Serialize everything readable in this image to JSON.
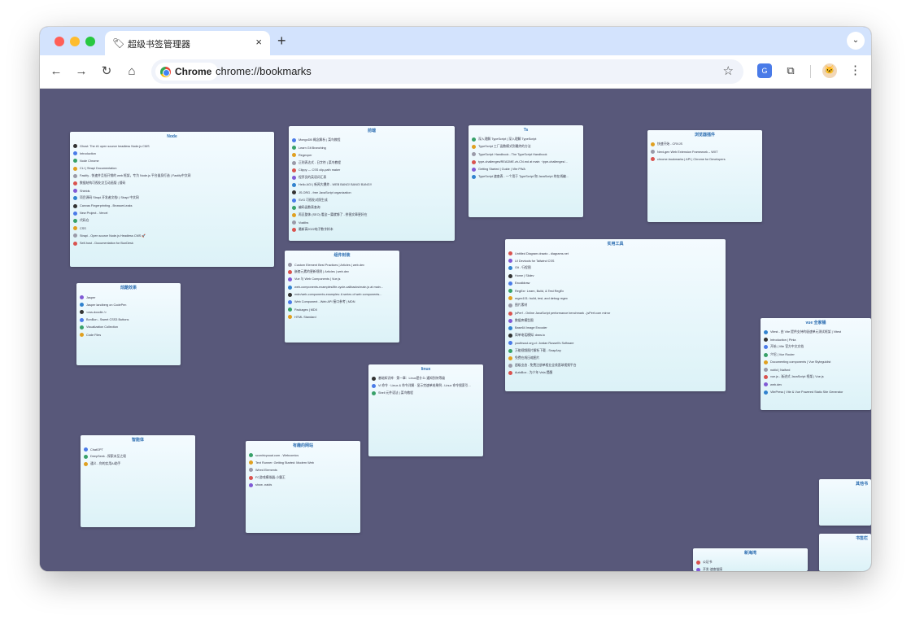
{
  "tab": {
    "title": "超级书签管理器",
    "icon": "bookmark-tag-icon",
    "close_glyph": "×",
    "new_tab_glyph": "+"
  },
  "toolbar": {
    "back_glyph": "←",
    "forward_glyph": "→",
    "reload_glyph": "↻",
    "home_glyph": "⌂",
    "chip_label": "Chrome",
    "url": "chrome://bookmarks",
    "star_glyph": "☆",
    "translate_glyph": "G",
    "extensions_glyph": "⧉",
    "menu_glyph": "⋮"
  },
  "colors": {
    "background": "#58587a",
    "card_title": "#2b6cb0",
    "tabbar": "#d3e3fd"
  },
  "favicon_colors": [
    "#333333",
    "#4a7be8",
    "#38a169",
    "#e0a020",
    "#9a9aa8",
    "#d9534f",
    "#805ad5",
    "#3182ce"
  ],
  "folders": [
    {
      "title": "Node",
      "items": [
        "Ghost: The #1 open source headless Node.js CMS",
        "Introduction",
        "Node Chrome",
        "CLI | Strapi Documentation",
        "Fastify - 快速并且低开销的 web 框架，专为 Node.js 平台量身打造 | Fastify中文网",
        "数据结构可视化交互动画版 | 搜码",
        "Shields",
        "项目源码 Strapi 开发者文档! | Strapi 中文网",
        "Canvas Fingerprinting - BrowserLeaks",
        "New Project - Vercel",
        "代码仓",
        "CSS",
        "Strapi - Open source Node.js Headless CMS 🚀",
        "Self-host - Documentation for BunDesk"
      ]
    },
    {
      "title": "前端",
      "items": [
        "MongoDB 概念解析 | 菜鸟教程",
        "Learn Git Branching",
        "Regexper",
        "正则表达式 - 日字符 | 菜鸟教程",
        "Clippy — CSS clip-path maker",
        "程序员的英语词汇表",
        "Hello AGI | 新闻大爆炸 - WEB BANG! BANG! BANG!!",
        "JS.ORG - free JavaScript organization",
        "SVG 可视化对照生成",
        "编码函数表查询",
        "再见整体 (SEO) 看这一篇就够了 - 拼图文章更好在",
        "Voalibs",
        "最新高2022电子数字样本"
      ]
    },
    {
      "title": "Ts",
      "items": [
        "深入理解 TypeScript | 深入理解 TypeScript",
        "TypeScript 工厂函数模式到最终的方法",
        "TypeScript: Handbook - The TypeScript Handbook",
        "type-challenges/README.zh-CN.md at main · type-challenges/...",
        "Getting Started | Guide | Vite PWA",
        "TypeScript 速查表 - 一个用于 TypeScript 和 JavaScript 的在线编..."
      ]
    },
    {
      "title": "浏览器插件",
      "items": [
        "快速开始 - CRXJS",
        "Next-gen Web Extension Framework – WXT",
        "chrome.bookmarks | API | Chrome for Developers"
      ]
    },
    {
      "title": "组件封装",
      "items": [
        "Custom Element Best Practices | Articles | web.dev",
        "嵌套元素的更新规则 | Articles | web.dev",
        "Vue 与 Web Components | Vue.js",
        "web-components-examples/life-cycle-callbacks/main.js at main...",
        "mdn/web-components-examples: A series of web components...",
        "Web Component - Web API 接口参考 | MDN",
        "Packages | MDX",
        "HTML Standard"
      ]
    },
    {
      "title": "实用工具",
      "items": [
        "Untitled Diagram.drawio - diagrams.net",
        "UI Devtools for Tailwind CSS",
        "Git - 行程图",
        "Home | Slidev",
        "Excalidraw",
        "RegExr: Learn, Build, & Test RegEx",
        "regex101: build, test, and debug regex",
        "图片素材",
        "jsPerf - Online JavaScript performance benchmark - jsPerf.com mirror",
        "数据库模型图",
        "Base64 Image Encoder",
        "简单电话模拟: draw.io",
        "youthsoul.org.cl: Jordan Russell's Software",
        "万能视频图片解析下载 - SnapAny",
        "免费在线压缩图片",
        "超级业态 - 免费注册单相业全线直球视频平台",
        "AutoBox - 为少年 Vela 提醒"
      ]
    },
    {
      "title": "炫酷效果",
      "items": [
        "Jasper",
        "Jasper landberg on CodePen",
        "<css-doodle />",
        "BonBon - Sweet CSS3 Buttons",
        "Visualization Collection",
        "Code Files"
      ]
    },
    {
      "title": "vue 全家桶",
      "items": [
        "Vitest - 由 Vite 提供支持的极速单元测试框架 | Vitest",
        "Introduction | Pinia",
        "开始 | Vite 官方中文文档",
        "介绍 | Vue Router",
        "Documenting components | Vue Styleguidist",
        "nutiid | Naiford",
        "vue.js - 渐进式 JavaScript 框架 | Vue.js",
        "web.dev",
        "VitePress | Vite & Vue Powered Static Site Generator"
      ]
    },
    {
      "title": "linux",
      "items": [
        "基础知识库 · 第一章：Linux是什么·通知到何等级",
        "Vi 命令 · Linux & 命令详解 · 显示完速单结果例 - Linux 命令搜索引...",
        "Shell 元件语法 | 菜鸟教程"
      ]
    },
    {
      "title": "智能体",
      "items": [
        "ChatGPT",
        "DeepSeek - 探索未至之境",
        "通义 - 你的实用AI助手"
      ]
    },
    {
      "title": "有趣的网站",
      "items": [
        "sconiricyouai.com - Webcomics",
        "Text Runner: Getting Started: Modern Web",
        "Wired Elements",
        "FC游戏模拟器-小霸王",
        "show -naids"
      ]
    },
    {
      "title": "其他书",
      "items": []
    },
    {
      "title": "书签栏",
      "items": []
    },
    {
      "title": "新海湾",
      "items": [
        "公证书",
        "开发·速查链接"
      ]
    }
  ]
}
